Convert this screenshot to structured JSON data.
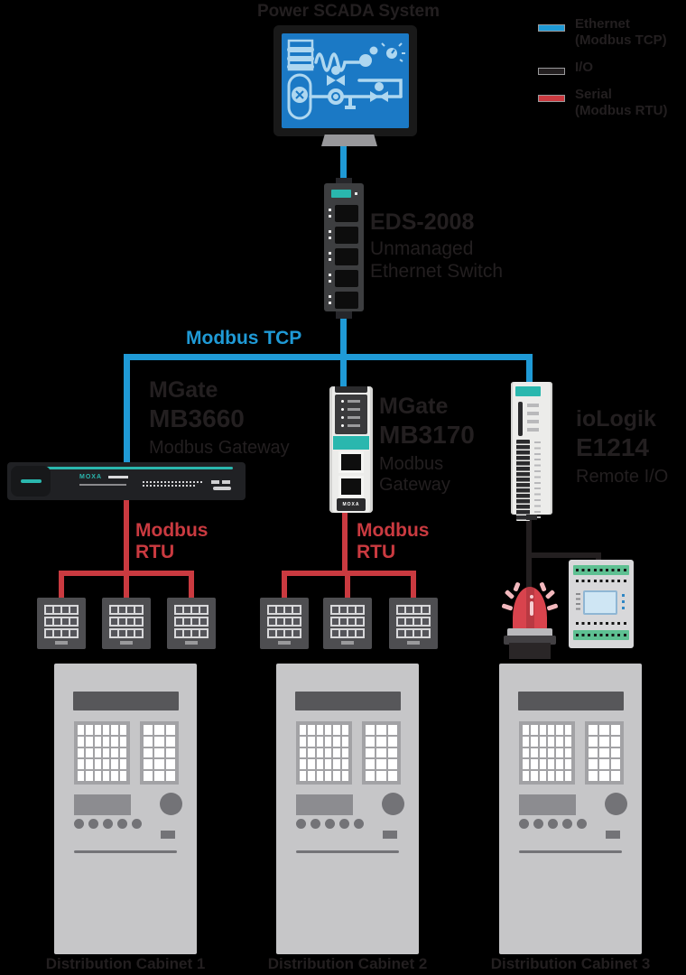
{
  "colors": {
    "ethernet_blue": "#1f9ad6",
    "serial_red": "#ca3a40",
    "moxa_teal": "#2ab7ae",
    "ink": "#231f20",
    "screen_blue": "#1b79c5",
    "screen_light": "#aed7f0",
    "beacon_red": "#d8434d",
    "terminal_green": "#5ec092",
    "cabinet_gray": "#c6c6c8"
  },
  "title": "Power SCADA System",
  "legend": {
    "items": [
      {
        "label_line1": "Ethernet",
        "label_line2": "(Modbus TCP)"
      },
      {
        "label_line1": "I/O",
        "label_line2": ""
      },
      {
        "label_line1": "Serial",
        "label_line2": "(Modbus RTU)"
      }
    ]
  },
  "connections": {
    "modbus_tcp": "Modbus TCP",
    "modbus_rtu": {
      "line1": "Modbus",
      "line2": "RTU"
    }
  },
  "devices": {
    "switch": {
      "model": "EDS-2008",
      "desc_line1": "Unmanaged",
      "desc_line2": "Ethernet Switch"
    },
    "rack_gateway": {
      "brand": "MGate",
      "model": "MB3660",
      "desc": "Modbus Gateway",
      "logo": "MOXA"
    },
    "din_gateway": {
      "brand": "MGate",
      "model": "MB3170",
      "desc_line1": "Modbus",
      "desc_line2": "Gateway",
      "logo": "MOXA"
    },
    "remote_io": {
      "brand": "ioLogik",
      "model": "E1214",
      "desc": "Remote I/O"
    }
  },
  "cabinets": [
    {
      "label": "Distribution Cabinet 1"
    },
    {
      "label": "Distribution Cabinet 2"
    },
    {
      "label": "Distribution Cabinet 3"
    }
  ]
}
